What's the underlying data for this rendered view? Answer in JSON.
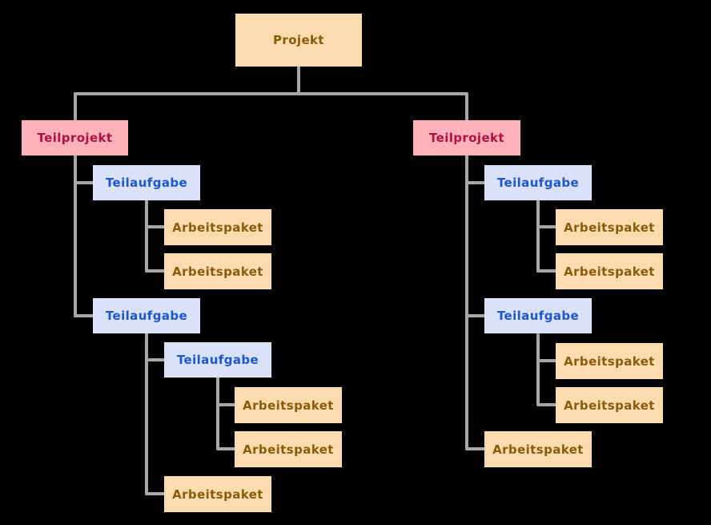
{
  "diagram": {
    "type": "tree",
    "background": "#000000",
    "line_color": "#A7A7AA",
    "node_styles": {
      "projekt": {
        "fill": "#FBDCAE",
        "text": "#8B5B0B"
      },
      "teilprojekt": {
        "fill": "#FDB2B9",
        "text": "#AF1045"
      },
      "teilaufgabe": {
        "fill": "#D9E2F9",
        "text": "#1C57CD"
      },
      "arbeitspaket": {
        "fill": "#FBDCAE",
        "text": "#8B5B0B"
      }
    },
    "root": {
      "label": "Projekt",
      "type": "projekt",
      "children": [
        {
          "label": "Teilprojekt",
          "type": "teilprojekt",
          "children": [
            {
              "label": "Teilaufgabe",
              "type": "teilaufgabe",
              "children": [
                {
                  "label": "Arbeitspaket",
                  "type": "arbeitspaket"
                },
                {
                  "label": "Arbeitspaket",
                  "type": "arbeitspaket"
                }
              ]
            },
            {
              "label": "Teilaufgabe",
              "type": "teilaufgabe",
              "children": [
                {
                  "label": "Teilaufgabe",
                  "type": "teilaufgabe",
                  "children": [
                    {
                      "label": "Arbeitspaket",
                      "type": "arbeitspaket"
                    },
                    {
                      "label": "Arbeitspaket",
                      "type": "arbeitspaket"
                    }
                  ]
                },
                {
                  "label": "Arbeitspaket",
                  "type": "arbeitspaket"
                }
              ]
            }
          ]
        },
        {
          "label": "Teilprojekt",
          "type": "teilprojekt",
          "children": [
            {
              "label": "Teilaufgabe",
              "type": "teilaufgabe",
              "children": [
                {
                  "label": "Arbeitspaket",
                  "type": "arbeitspaket"
                },
                {
                  "label": "Arbeitspaket",
                  "type": "arbeitspaket"
                }
              ]
            },
            {
              "label": "Teilaufgabe",
              "type": "teilaufgabe",
              "children": [
                {
                  "label": "Arbeitspaket",
                  "type": "arbeitspaket"
                },
                {
                  "label": "Arbeitspaket",
                  "type": "arbeitspaket"
                }
              ]
            },
            {
              "label": "Arbeitspaket",
              "type": "arbeitspaket"
            }
          ]
        }
      ]
    }
  }
}
